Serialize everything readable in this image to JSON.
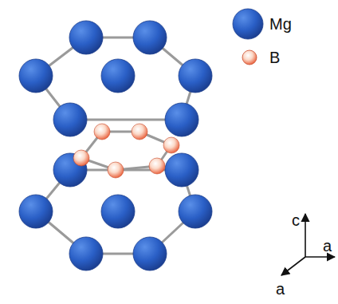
{
  "diagram": {
    "labels": [
      "c",
      "a",
      "a"
    ],
    "legend": [
      {
        "text": "Mg"
      },
      {
        "text": "B"
      }
    ]
  }
}
